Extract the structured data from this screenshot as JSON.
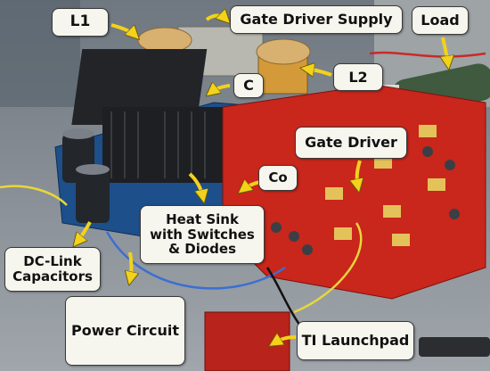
{
  "labels": {
    "l1": "L1",
    "gate_driver_supply": "Gate Driver Supply",
    "load": "Load",
    "c": "C",
    "l2": "L2",
    "gate_driver": "Gate Driver",
    "co": "Co",
    "heat_sink_line1": "Heat Sink",
    "heat_sink_line2": "with Switches",
    "heat_sink_line3": "& Diodes",
    "dc_link_line1": "DC-Link",
    "dc_link_line2": "Capacitors",
    "power_circuit": "Power Circuit",
    "ti_launchpad": "TI Launchpad"
  },
  "colors": {
    "label_bg": "#f7f6ee",
    "arrow": "#f2d21b",
    "pcb_red": "#c9261c",
    "pcb_blue": "#1d4f8a",
    "heatsink": "#1e1f22"
  }
}
